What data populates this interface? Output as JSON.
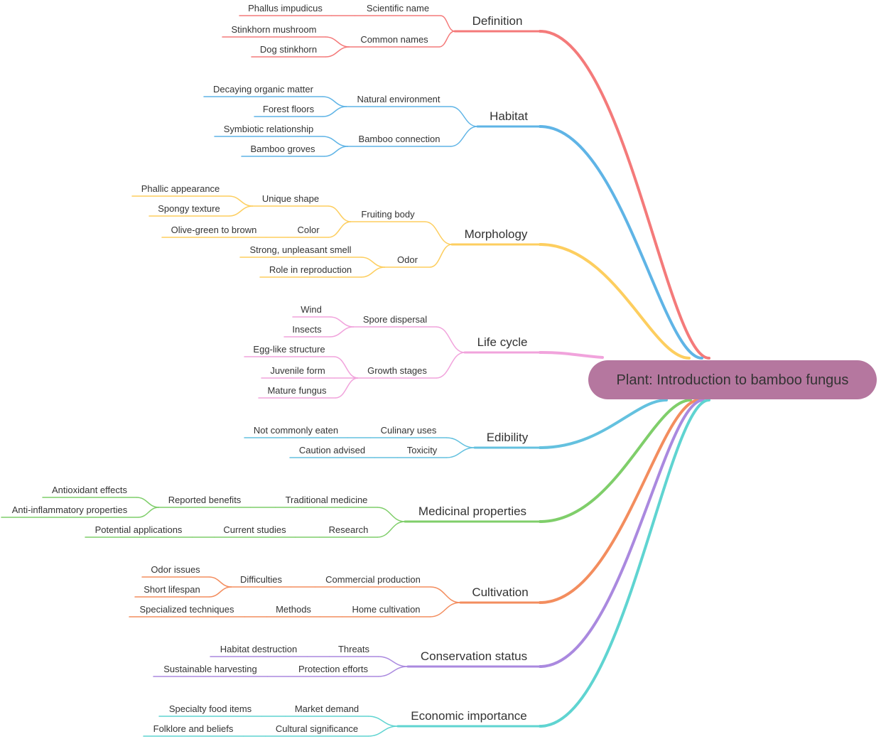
{
  "root": {
    "label": "Plant: Introduction to bamboo fungus",
    "color": "#b5779f"
  },
  "branches": [
    {
      "label": "Definition",
      "color": "#f47a7a",
      "children": [
        {
          "label": "Scientific name",
          "children": [
            {
              "label": "Phallus impudicus"
            }
          ]
        },
        {
          "label": "Common names",
          "children": [
            {
              "label": "Stinkhorn mushroom"
            },
            {
              "label": "Dog stinkhorn"
            }
          ]
        }
      ]
    },
    {
      "label": "Habitat",
      "color": "#5fb4e6",
      "children": [
        {
          "label": "Natural environment",
          "children": [
            {
              "label": "Decaying organic matter"
            },
            {
              "label": "Forest floors"
            }
          ]
        },
        {
          "label": "Bamboo connection",
          "children": [
            {
              "label": "Symbiotic relationship"
            },
            {
              "label": "Bamboo groves"
            }
          ]
        }
      ]
    },
    {
      "label": "Morphology",
      "color": "#fdce5f",
      "children": [
        {
          "label": "Fruiting body",
          "children": [
            {
              "label": "Unique shape",
              "children": [
                {
                  "label": "Phallic appearance"
                },
                {
                  "label": "Spongy texture"
                }
              ]
            },
            {
              "label": "Color",
              "children": [
                {
                  "label": "Olive-green to brown"
                }
              ]
            }
          ]
        },
        {
          "label": "Odor",
          "children": [
            {
              "label": "Strong, unpleasant smell"
            },
            {
              "label": "Role in reproduction"
            }
          ]
        }
      ]
    },
    {
      "label": "Life cycle",
      "color": "#f1a3dc",
      "children": [
        {
          "label": "Spore dispersal",
          "children": [
            {
              "label": "Wind"
            },
            {
              "label": "Insects"
            }
          ]
        },
        {
          "label": "Growth stages",
          "children": [
            {
              "label": "Egg-like structure"
            },
            {
              "label": "Juvenile form"
            },
            {
              "label": "Mature fungus"
            }
          ]
        }
      ]
    },
    {
      "label": "Edibility",
      "color": "#64c1df",
      "children": [
        {
          "label": "Culinary uses",
          "children": [
            {
              "label": "Not commonly eaten"
            }
          ]
        },
        {
          "label": "Toxicity",
          "children": [
            {
              "label": "Caution advised"
            }
          ]
        }
      ]
    },
    {
      "label": "Medicinal properties",
      "color": "#7fce6a",
      "children": [
        {
          "label": "Traditional medicine",
          "children": [
            {
              "label": "Reported benefits",
              "children": [
                {
                  "label": "Antioxidant effects"
                },
                {
                  "label": "Anti-inflammatory properties"
                }
              ]
            }
          ]
        },
        {
          "label": "Research",
          "children": [
            {
              "label": "Current studies",
              "children": [
                {
                  "label": "Potential applications"
                }
              ]
            }
          ]
        }
      ]
    },
    {
      "label": "Cultivation",
      "color": "#f38d5e",
      "children": [
        {
          "label": "Commercial production",
          "children": [
            {
              "label": "Difficulties",
              "children": [
                {
                  "label": "Odor issues"
                },
                {
                  "label": "Short lifespan"
                }
              ]
            }
          ]
        },
        {
          "label": "Home cultivation",
          "children": [
            {
              "label": "Methods",
              "children": [
                {
                  "label": "Specialized techniques"
                }
              ]
            }
          ]
        }
      ]
    },
    {
      "label": "Conservation status",
      "color": "#aa89df",
      "children": [
        {
          "label": "Threats",
          "children": [
            {
              "label": "Habitat destruction"
            }
          ]
        },
        {
          "label": "Protection efforts",
          "children": [
            {
              "label": "Sustainable harvesting"
            }
          ]
        }
      ]
    },
    {
      "label": "Economic importance",
      "color": "#5fd4d1",
      "children": [
        {
          "label": "Market demand",
          "children": [
            {
              "label": "Specialty food items"
            }
          ]
        },
        {
          "label": "Cultural significance",
          "children": [
            {
              "label": "Folklore and beliefs"
            }
          ]
        }
      ]
    }
  ]
}
